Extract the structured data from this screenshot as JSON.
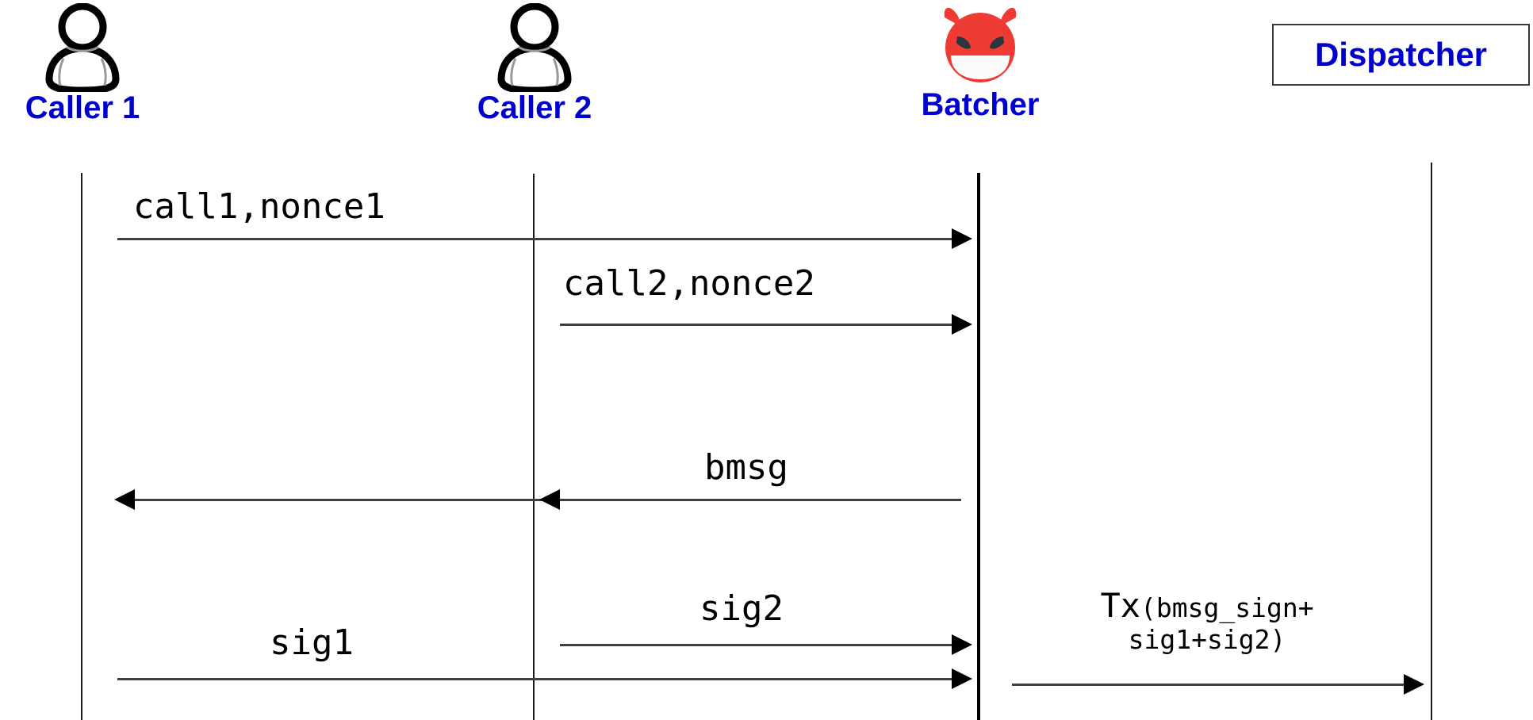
{
  "diagram": {
    "type": "sequence-diagram",
    "background": "#ffffff",
    "accent_color": "#0000cc",
    "line_color": "#000000",
    "devil_color": "#ee3b33"
  },
  "actors": [
    {
      "id": "caller1",
      "label": "Caller 1",
      "icon": "person-icon"
    },
    {
      "id": "caller2",
      "label": "Caller 2",
      "icon": "person-icon"
    },
    {
      "id": "batcher",
      "label": "Batcher",
      "icon": "devil-face-icon"
    },
    {
      "id": "dispatcher",
      "label": "Dispatcher",
      "icon": "boxed-label"
    }
  ],
  "messages": [
    {
      "id": "m1",
      "label": "call1,nonce1",
      "from": "caller1",
      "to": "batcher",
      "direction": "right"
    },
    {
      "id": "m2",
      "label": "call2,nonce2",
      "from": "caller2",
      "to": "batcher",
      "direction": "right"
    },
    {
      "id": "m3",
      "label": "bmsg",
      "from": "batcher",
      "to": "caller1",
      "direction": "left"
    },
    {
      "id": "m4",
      "label": "sig2",
      "from": "caller2",
      "to": "batcher",
      "direction": "right"
    },
    {
      "id": "m5",
      "label": "sig1",
      "from": "caller1",
      "to": "batcher",
      "direction": "right"
    },
    {
      "id": "m6",
      "label_line1": "Tx",
      "label_line2": "(bmsg_sign+",
      "label_line3": "sig1+sig2)",
      "from": "batcher",
      "to": "dispatcher",
      "direction": "right"
    }
  ]
}
